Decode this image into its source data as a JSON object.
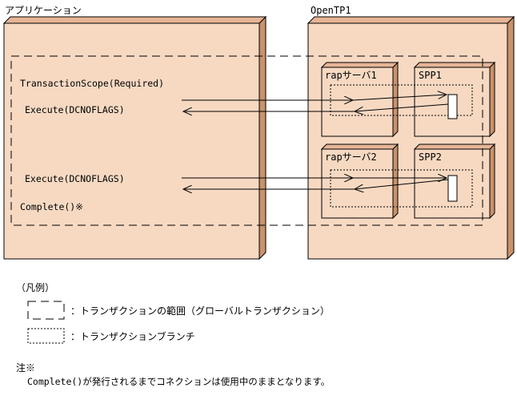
{
  "application": {
    "title": "アプリケーション",
    "calls": {
      "scope": "TransactionScope(Required)",
      "execute1": "Execute(DCNOFLAGS)",
      "execute2": "Execute(DCNOFLAGS)",
      "complete": "Complete()※"
    }
  },
  "opentp1": {
    "title": "OpenTP1",
    "rap1": "rapサーバ1",
    "spp1": "SPP1",
    "rap2": "rapサーバ2",
    "spp2": "SPP2"
  },
  "legend": {
    "heading": "（凡例）",
    "global": "：トランザクションの範囲（グローバルトランザクション）",
    "branch": "：トランザクションブランチ"
  },
  "note": {
    "heading": "注※",
    "text": "Complete()が発行されるまでコネクションは使用中のままとなります。"
  },
  "colors": {
    "box_fill": "#f7d9c2",
    "box_side": "#c9926a",
    "line": "#000000"
  }
}
